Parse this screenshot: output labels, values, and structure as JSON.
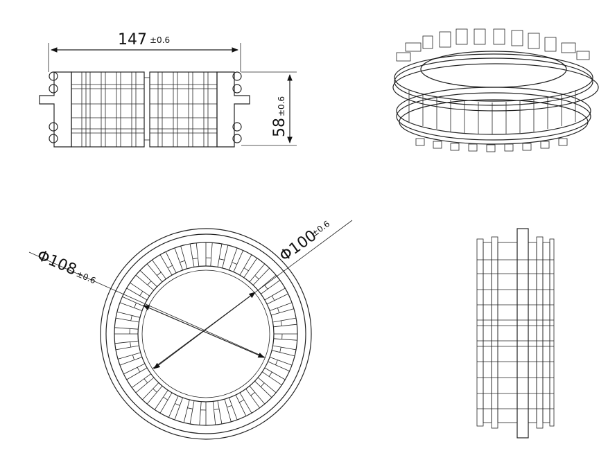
{
  "dimensions": {
    "width": {
      "value": "147",
      "tolerance": "±0.6"
    },
    "height": {
      "value": "58",
      "tolerance": "±0.6"
    },
    "outer_diameter": {
      "value": "Φ108",
      "tolerance": "±0.6"
    },
    "inner_diameter": {
      "value": "Φ100",
      "tolerance": "±0.6"
    }
  },
  "colors": {
    "line": "#222222",
    "seal": "#8a8a8a"
  }
}
